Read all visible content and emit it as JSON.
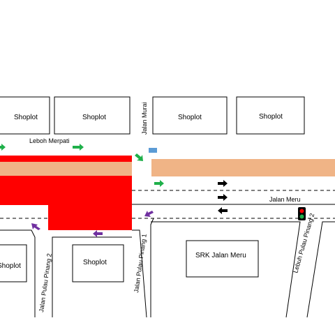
{
  "map": {
    "buildings": {
      "top_left": "Shoplot",
      "top_center": "Shoplot",
      "top_right_a": "Shoplot",
      "top_right_b": "Shoplot",
      "bottom_left": "Shoplot",
      "bottom_center": "Shoplot",
      "school": "SRK Jalan Meru"
    },
    "roads": {
      "leboh_merpati": "Leboh Merpati",
      "jalan_murai": "Jalan Murai",
      "jalan_meru": "Jalan Meru",
      "jalan_pulau_pinang_2": "Jalan Pulau Pinang 2",
      "jalan_pulau_pinang_1": "Jalan Pulau Pinang 1",
      "lebuh_pulau_pinang_2": "Lebuh Pulau Pinang 2"
    },
    "colors": {
      "site_red": "#ff0000",
      "tan_band": "#f0b486",
      "arrow_green": "#1fb04a",
      "arrow_purple": "#7030a0",
      "arrow_black": "#000000",
      "marker_blue": "#5b9bd5"
    },
    "icons": {
      "traffic_light": "traffic-light-icon",
      "flow_arrow": "arrow-icon",
      "bus_stop": "marker-icon"
    }
  }
}
